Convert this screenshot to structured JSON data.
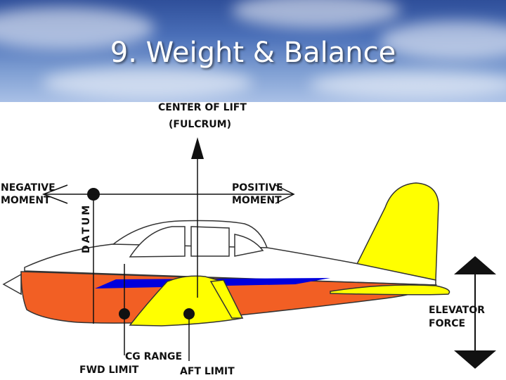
{
  "slide": {
    "title": "9. Weight & Balance"
  },
  "diagram": {
    "labels": {
      "center_of_lift": "CENTER OF LIFT",
      "fulcrum": "(FULCRUM)",
      "negative": "NEGATIVE",
      "negative_moment": "MOMENT",
      "positive": "POSITIVE",
      "positive_moment": "MOMENT",
      "datum": "DATUM",
      "elevator": "ELEVATOR",
      "elevator_force": "FORCE",
      "cg_range": "CG RANGE",
      "fwd_limit": "FWD LIMIT",
      "aft_limit": "AFT LIMIT"
    },
    "colors": {
      "fuselage": "#f25f24",
      "wing_and_tail": "#ffff00",
      "stripe": "#0000dd",
      "arrow": "#111111",
      "header_sky": "#4a6fb8"
    }
  }
}
